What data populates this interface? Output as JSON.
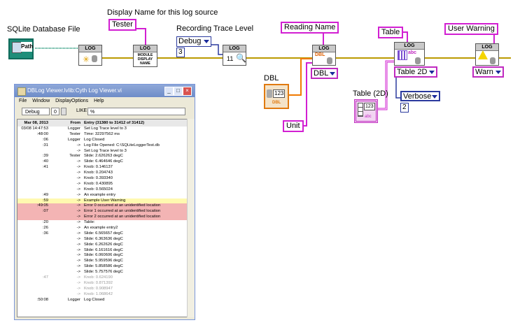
{
  "labels": {
    "sqlite_file": "SQLite Database File",
    "display_name": "Display Name for this log source",
    "trace_level": "Recording Trace Level",
    "dbl": "DBL",
    "table_2d": "Table (2D)"
  },
  "pink_labels": {
    "tester": "Tester",
    "reading_name": "Reading Name",
    "table": "Table",
    "user_warning": "User Warning",
    "unit": "Unit"
  },
  "path_control": "Path",
  "nodes": {
    "log": "LOG",
    "module_display_name": "MODULE DISPLAY NAME",
    "dbl_small": "DBL",
    "abc_small": "abc",
    "dbl_terminal": "123",
    "dbl_terminal_tag": "DBL",
    "array_terminal": "123",
    "array_terminal_tag": "abc"
  },
  "rings": {
    "debug": "Debug",
    "debug_value": "3",
    "dbl": "DBL",
    "table2d": "Table 2D",
    "warn": "Warn",
    "verbose": "Verbose",
    "verbose_value": "2"
  },
  "window": {
    "title": "DBLog Viewer.lvlib:Cyth Log Viewer.vi",
    "menu": [
      "File",
      "Window",
      "DisplayOptions",
      "Help"
    ],
    "filter_level": "Debug",
    "filter_num": "0",
    "like_label": "LIKE",
    "like_value": "%",
    "header": [
      "Mar 08, 2013",
      "From",
      "Entry  (31380 to 31412 of 31412)"
    ],
    "rows": [
      {
        "t": "03/08 14:47:53",
        "f": "Logger",
        "e": "Set Log Trace level to 3",
        "s": ""
      },
      {
        "t": ":48:00",
        "f": "Tester",
        "e": "Time: 32297562 ms",
        "s": ""
      },
      {
        "t": ":06",
        "f": "Logger",
        "e": "Log Closed",
        "s": ""
      },
      {
        "t": ":31",
        "f": "->",
        "e": "Log File Opened: C:\\SQLiteLoggerTest.db",
        "s": ""
      },
      {
        "t": "",
        "f": "->",
        "e": "Set Log Trace level to 3",
        "s": ""
      },
      {
        "t": ":39",
        "f": "Tester",
        "e": "Slide: 2.626263  degC",
        "s": ""
      },
      {
        "t": ":40",
        "f": "->",
        "e": "Slide: 6.464646  degC",
        "s": ""
      },
      {
        "t": ":41",
        "f": "->",
        "e": "Knob: 0.146137",
        "s": ""
      },
      {
        "t": "",
        "f": "->",
        "e": "Knob: 0.204743",
        "s": ""
      },
      {
        "t": "",
        "f": "->",
        "e": "Knob: 0.393340",
        "s": ""
      },
      {
        "t": "",
        "f": "->",
        "e": "Knob: 0.430895",
        "s": ""
      },
      {
        "t": "",
        "f": "->",
        "e": "Knob: 0.565024",
        "s": ""
      },
      {
        "t": ":49",
        "f": "->",
        "e": "An example entry",
        "s": ""
      },
      {
        "t": ":59",
        "f": "->",
        "e": "Example User Warning",
        "s": "warn"
      },
      {
        "t": ":49:05",
        "f": "->",
        "e": "Error 0 occurred at an unidentified location",
        "s": "err"
      },
      {
        "t": ":07",
        "f": "->",
        "e": "Error 1 occurred at an unidentified location",
        "s": "err"
      },
      {
        "t": "",
        "f": "->",
        "e": "Error 2 occurred at an unidentified location",
        "s": "err"
      },
      {
        "t": ":20",
        "f": "->",
        "e": "Table:",
        "s": ""
      },
      {
        "t": ":26",
        "f": "->",
        "e": "An example entry2",
        "s": ""
      },
      {
        "t": ":36",
        "f": "->",
        "e": "Slide: 6.565657  degC",
        "s": ""
      },
      {
        "t": "",
        "f": "->",
        "e": "Slide: 6.363636  degC",
        "s": ""
      },
      {
        "t": "",
        "f": "->",
        "e": "Slide: 6.262626  degC",
        "s": ""
      },
      {
        "t": "",
        "f": "->",
        "e": "Slide: 6.161616  degC",
        "s": ""
      },
      {
        "t": "",
        "f": "->",
        "e": "Slide: 6.060606  degC",
        "s": ""
      },
      {
        "t": "",
        "f": "->",
        "e": "Slide: 5.959596  degC",
        "s": ""
      },
      {
        "t": "",
        "f": "->",
        "e": "Slide: 5.858586  degC",
        "s": ""
      },
      {
        "t": "",
        "f": "->",
        "e": "Slide: 5.757576  degC",
        "s": ""
      },
      {
        "t": ":47",
        "f": "->",
        "e": "Knob: 0.624190",
        "s": "dim"
      },
      {
        "t": "",
        "f": "->",
        "e": "Knob: 0.871392",
        "s": "dim"
      },
      {
        "t": "",
        "f": "->",
        "e": "Knob: 0.908947",
        "s": "dim"
      },
      {
        "t": "",
        "f": "->",
        "e": "Knob: 1.068642",
        "s": "dim"
      },
      {
        "t": ":50:08",
        "f": "Logger",
        "e": "Log Closed",
        "s": ""
      }
    ]
  },
  "colors": {
    "path_wire": "#2f9c7f",
    "string_wire": "#d21fd2",
    "enum_wire": "#2b3a9e",
    "error_wire": "#c8a000",
    "dbl_wire": "#f07a00",
    "warn_row": "#fff9b0",
    "err_row": "#f3b4b4"
  }
}
